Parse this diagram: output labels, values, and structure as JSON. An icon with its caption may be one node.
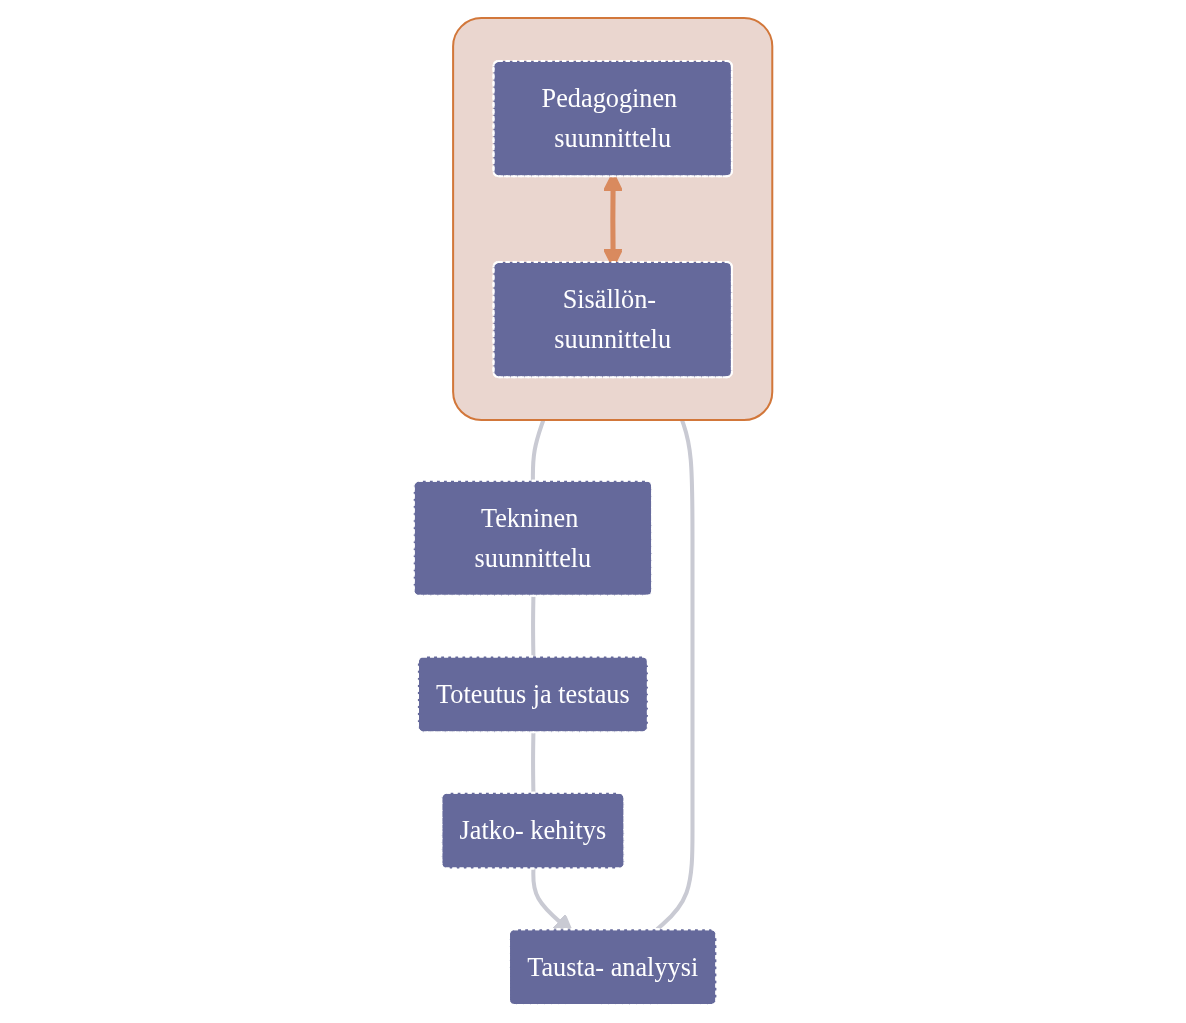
{
  "diagram": {
    "nodes": [
      {
        "text": [
          "Tausta- analyysi"
        ]
      },
      {
        "text": [],
        "shape": "box"
      },
      {
        "text": [
          "Pedagoginen suunnittelu"
        ],
        "in": 1
      },
      {
        "text": [
          "Sisällön- suunnittelu"
        ],
        "in": 1
      },
      {
        "text": [
          "Tekninen suunnittelu"
        ]
      },
      {
        "text": [
          "Toteutus ja testaus"
        ]
      },
      {
        "text": [
          "Jatko- kehitys"
        ]
      }
    ],
    "edges": [
      {
        "from": 0,
        "to": 1,
        "arrow": "none"
      },
      {
        "from": 1,
        "to": 4,
        "arrow": "none"
      },
      {
        "from": 4,
        "to": 5,
        "arrow": "none"
      },
      {
        "from": 5,
        "to": 6,
        "arrow": "none"
      },
      {
        "from": 6,
        "to": 0,
        "arrow": "to"
      },
      {
        "from": 2,
        "to": 3,
        "arrow": "both",
        "color": "#d98a5e"
      }
    ]
  }
}
